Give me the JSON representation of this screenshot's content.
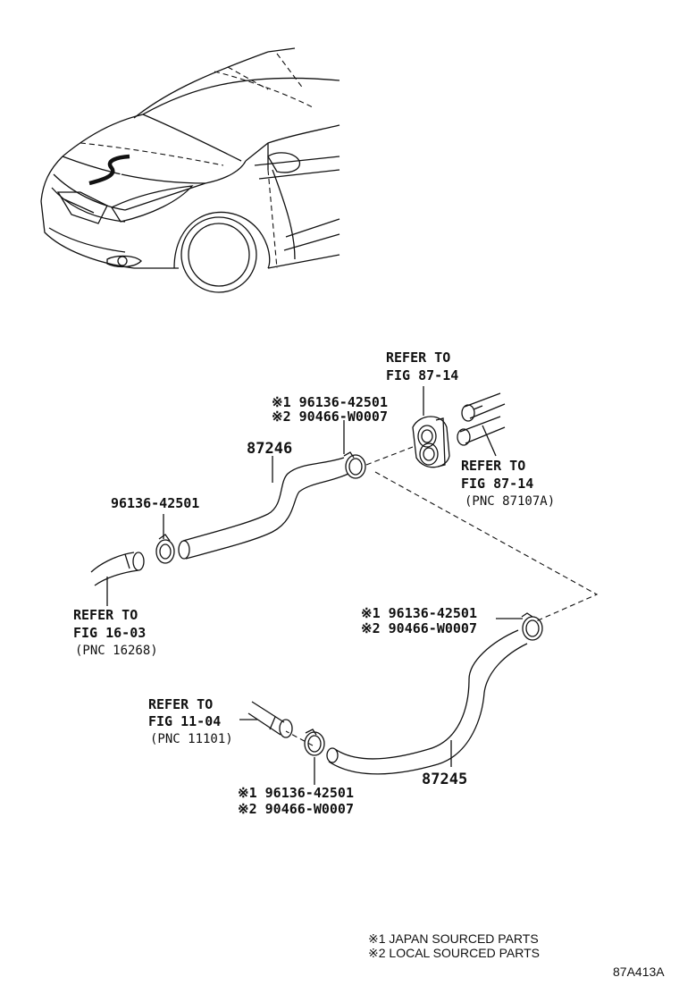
{
  "labels": {
    "refer_top_1": "REFER TO",
    "refer_top_2": "FIG 87-14",
    "refer_right_1": "REFER TO",
    "refer_right_2": "FIG 87-14",
    "refer_right_3": "(PNC 87107A)",
    "clamp_top_1": "※1 96136-42501",
    "clamp_top_2": "※2 90466-W0007",
    "part_87246": "87246",
    "clamp_left": "96136-42501",
    "refer_left_1": "REFER TO",
    "refer_left_2": "FIG 16-03",
    "refer_left_3": "(PNC 16268)",
    "clamp_mid_1": "※1 96136-42501",
    "clamp_mid_2": "※2 90466-W0007",
    "refer_bottom_1": "REFER TO",
    "refer_bottom_2": "FIG 11-04",
    "refer_bottom_3": "(PNC 11101)",
    "part_87245": "87245",
    "clamp_bottom_1": "※1 96136-42501",
    "clamp_bottom_2": "※2 90466-W0007"
  },
  "legend": {
    "line1": "※1 JAPAN SOURCED PARTS",
    "line2": "※2 LOCAL SOURCED PARTS"
  },
  "figure_code": "87A413A"
}
